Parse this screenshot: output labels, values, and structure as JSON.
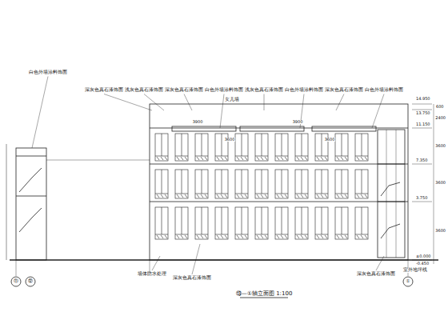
{
  "diagram": {
    "labels": [
      "深灰色真石漆饰面",
      "浅灰色真石漆饰面",
      "深灰色真石漆饰面",
      "白色外墙涂料饰面",
      "浅灰色真石漆饰面",
      "白色外墙涂料饰面",
      "深灰色真石漆饰面",
      "白色外墙涂料饰面",
      "女儿墙",
      "白色外墙涂料饰面",
      "3900",
      "3600",
      "3900",
      "3600",
      "14.950",
      "13.750",
      "11.150",
      "7.350",
      "3.750",
      "±0.000",
      "-0.450",
      "600",
      "2400",
      "3600",
      "3600",
      "3600",
      "⑪",
      "⑫",
      "①",
      "墙体防水处理",
      "深灰色真石漆饰面",
      "深灰色真石漆饰面",
      "室外地坪线",
      "⑬—①轴立面图 1:100"
    ]
  }
}
